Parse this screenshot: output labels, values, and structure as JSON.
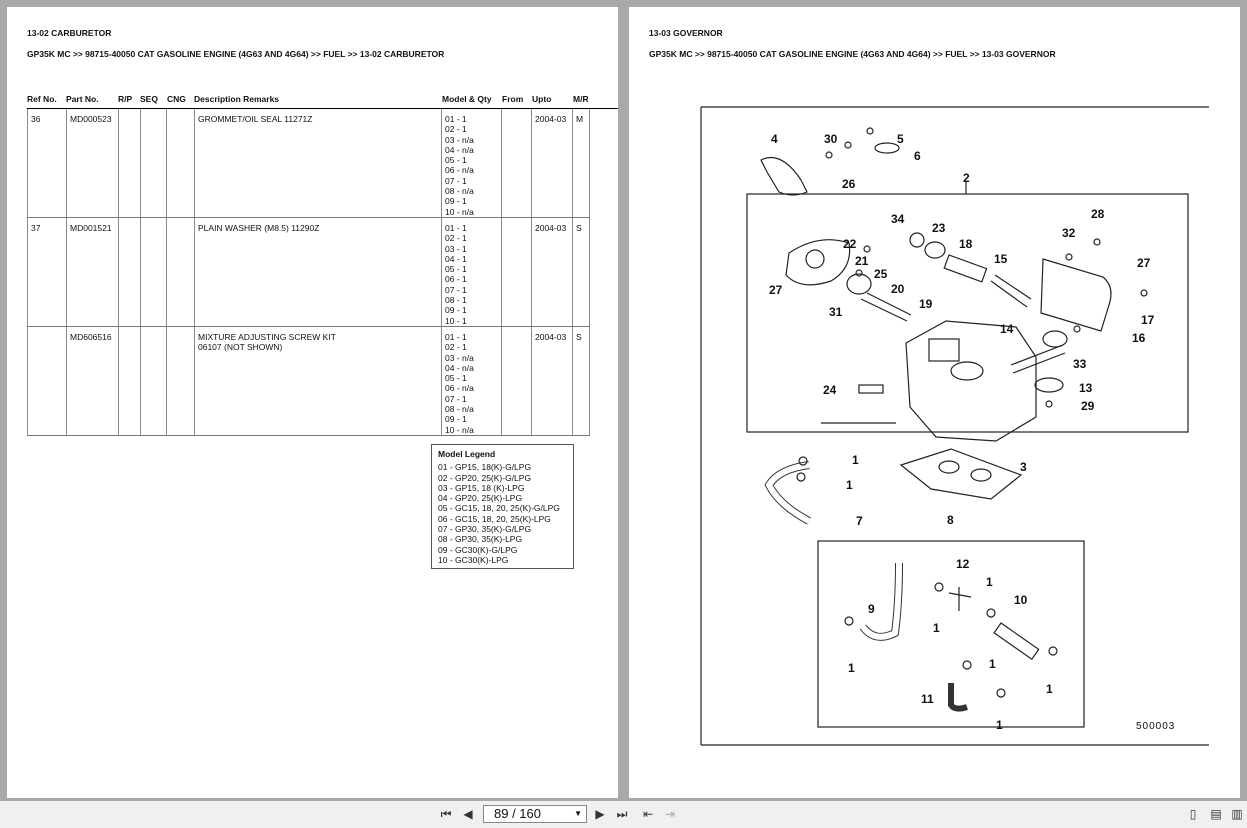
{
  "left_page": {
    "section_title": "13-02 CARBURETOR",
    "breadcrumb": "GP35K MC >> 98715-40050 CAT GASOLINE ENGINE (4G63 AND 4G64) >> FUEL >> 13-02 CARBURETOR",
    "columns": [
      "Ref No.",
      "Part No.",
      "R/P",
      "SEQ",
      "CNG",
      "Description Remarks",
      "Model & Qty",
      "From",
      "Upto",
      "M/R"
    ],
    "rows": [
      {
        "ref": "36",
        "part": "MD000523",
        "desc": "GROMMET/OIL SEAL 11271Z",
        "models": [
          "01 - 1",
          "02 - 1",
          "03 - n/a",
          "04 - n/a",
          "05 - 1",
          "06 - n/a",
          "07 - 1",
          "08 - n/a",
          "09 - 1",
          "10 - n/a"
        ],
        "upto": "2004-03",
        "mr": "M"
      },
      {
        "ref": "37",
        "part": "MD001521",
        "desc": "PLAIN WASHER (M8.5) 11290Z",
        "models": [
          "01 - 1",
          "02 - 1",
          "03 - 1",
          "04 - 1",
          "05 - 1",
          "06 - 1",
          "07 - 1",
          "08 - 1",
          "09 - 1",
          "10 - 1"
        ],
        "upto": "2004-03",
        "mr": "S"
      },
      {
        "ref": "",
        "part": "MD606516",
        "desc": "MIXTURE ADJUSTING SCREW KIT\n06107 (NOT SHOWN)",
        "models": [
          "01 - 1",
          "02 - 1",
          "03 - n/a",
          "04 - n/a",
          "05 - 1",
          "06 - n/a",
          "07 - 1",
          "08 - n/a",
          "09 - 1",
          "10 - n/a"
        ],
        "upto": "2004-03",
        "mr": "S"
      }
    ],
    "legend": {
      "title": "Model Legend",
      "items": [
        "01 - GP15, 18(K)-G/LPG",
        "02 - GP20, 25(K)-G/LPG",
        "03 - GP15, 18 (K)-LPG",
        "04 - GP20, 25(K)-LPG",
        "05 - GC15, 18, 20, 25(K)-G/LPG",
        "06 - GC15, 18, 20, 25(K)-LPG",
        "07 - GP30, 35(K)-G/LPG",
        "08 - GP30, 35(K)-LPG",
        "09 - GC30(K)-G/LPG",
        "10 - GC30(K)-LPG"
      ]
    }
  },
  "right_page": {
    "section_title": "13-03 GOVERNOR",
    "breadcrumb": "GP35K MC >> 98715-40050 CAT GASOLINE ENGINE (4G63 AND 4G64) >> FUEL >> 13-03 GOVERNOR",
    "diagram_labels": [
      "4",
      "30",
      "5",
      "6",
      "26",
      "2",
      "34",
      "23",
      "18",
      "15",
      "32",
      "28",
      "22",
      "21",
      "27",
      "25",
      "20",
      "27",
      "19",
      "31",
      "17",
      "14",
      "16",
      "33",
      "24",
      "13",
      "29",
      "1",
      "1",
      "3",
      "7",
      "8",
      "12",
      "1",
      "10",
      "9",
      "1",
      "1",
      "1",
      "1",
      "11",
      "1",
      "500003"
    ]
  },
  "toolbar": {
    "page_indicator": "89 / 160",
    "icons": [
      "first-page-icon",
      "prev-page-icon",
      "next-page-icon",
      "last-page-icon",
      "back-view-icon",
      "forward-view-icon",
      "single-page-icon",
      "continuous-page-icon",
      "facing-pages-icon"
    ]
  }
}
